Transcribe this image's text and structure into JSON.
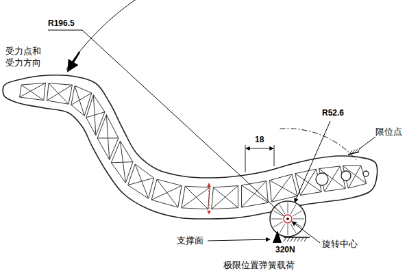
{
  "diagram": {
    "labels": [
      "R196.5",
      "受力点和 受力方向",
      "18",
      "R52.6",
      "限位点",
      "支撑面",
      "320N",
      "极限位置弹簧载荷",
      "旋转中心"
    ]
  }
}
